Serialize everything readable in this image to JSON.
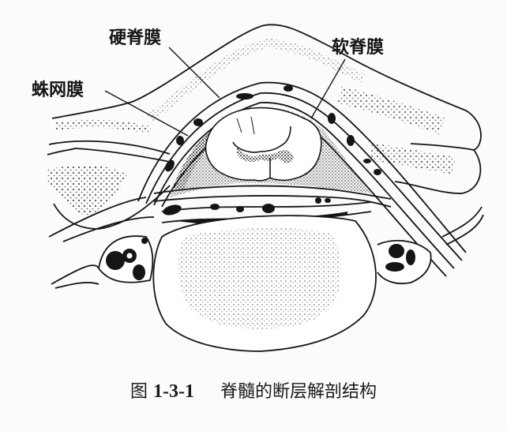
{
  "figure": {
    "labels": {
      "dura_mater": "硬脊膜",
      "arachnoid": "蛛网膜",
      "pia_mater": "软脊膜"
    },
    "caption": {
      "prefix": "图",
      "number": "1-3-1",
      "title": "脊髓的断层解剖结构"
    },
    "colors": {
      "ink": "#151515",
      "background": "#fbfbfb"
    }
  }
}
